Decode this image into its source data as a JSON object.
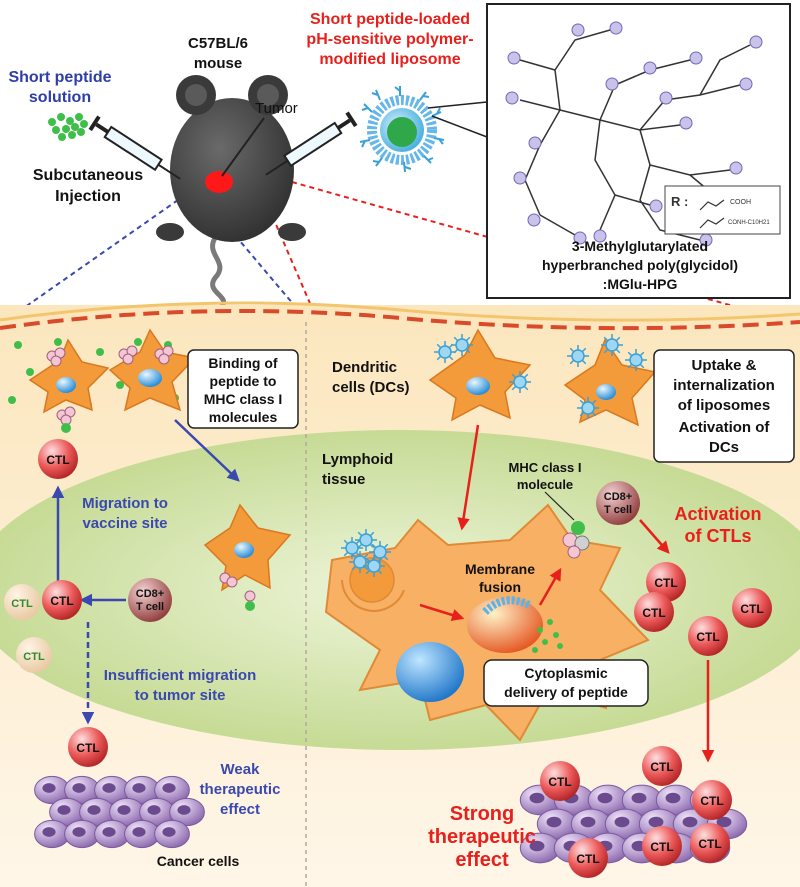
{
  "top": {
    "title_lines": [
      "Short peptide-loaded",
      "pH-sensitive polymer-",
      "modified liposome"
    ],
    "mouse_lines": [
      "C57BL/6",
      "mouse"
    ],
    "tumor_label": "Tumor",
    "solution_lines": [
      "Short peptide",
      "solution"
    ],
    "injection_lines": [
      "Subcutaneous",
      "Injection"
    ],
    "polymer_caption_lines": [
      "3-Methylglutarylated",
      "hyperbranched poly(glycidol)",
      ":MGlu-HPG"
    ],
    "r_group_label": "R :",
    "r_group_formula_1": "COOH",
    "r_group_formula_2": "CONH-C10H21"
  },
  "left": {
    "binding_lines": [
      "Binding of",
      "peptide to",
      "MHC class I",
      "molecules"
    ],
    "migration_lines": [
      "Migration to",
      "vaccine site"
    ],
    "cd8_lines": [
      "CD8+",
      "T cell"
    ],
    "ctl": "CTL",
    "insufficient_lines": [
      "Insufficient migration",
      "to tumor site"
    ],
    "weak_lines": [
      "Weak",
      "therapeutic",
      "effect"
    ],
    "cancer_cells": "Cancer cells"
  },
  "right": {
    "dc_lines": [
      "Dendritic",
      "cells (DCs)"
    ],
    "uptake_lines": [
      "Uptake &",
      "internalization",
      "of liposomes",
      "Activation of",
      "DCs"
    ],
    "lymphoid_lines": [
      "Lymphoid",
      "tissue"
    ],
    "mhc_lines": [
      "MHC class I",
      "molecule"
    ],
    "cd8_lines": [
      "CD8+",
      "T cell"
    ],
    "activation_lines": [
      "Activation",
      "of CTLs"
    ],
    "membrane_lines": [
      "Membrane",
      "fusion"
    ],
    "cytoplasmic_lines": [
      "Cytoplasmic",
      "delivery of peptide"
    ],
    "strong_lines": [
      "Strong",
      "therapeutic",
      "effect"
    ],
    "ctl": "CTL"
  },
  "colors": {
    "red": "#e8201c",
    "blue": "#2e3ea8",
    "dc_orange": "#f39a3a",
    "ctl_red": "#e34a4a",
    "lymphoid_green": "#cfe0a6",
    "cancer_purple": "#a98ac6",
    "tissue_cream": "#fbeed4"
  }
}
